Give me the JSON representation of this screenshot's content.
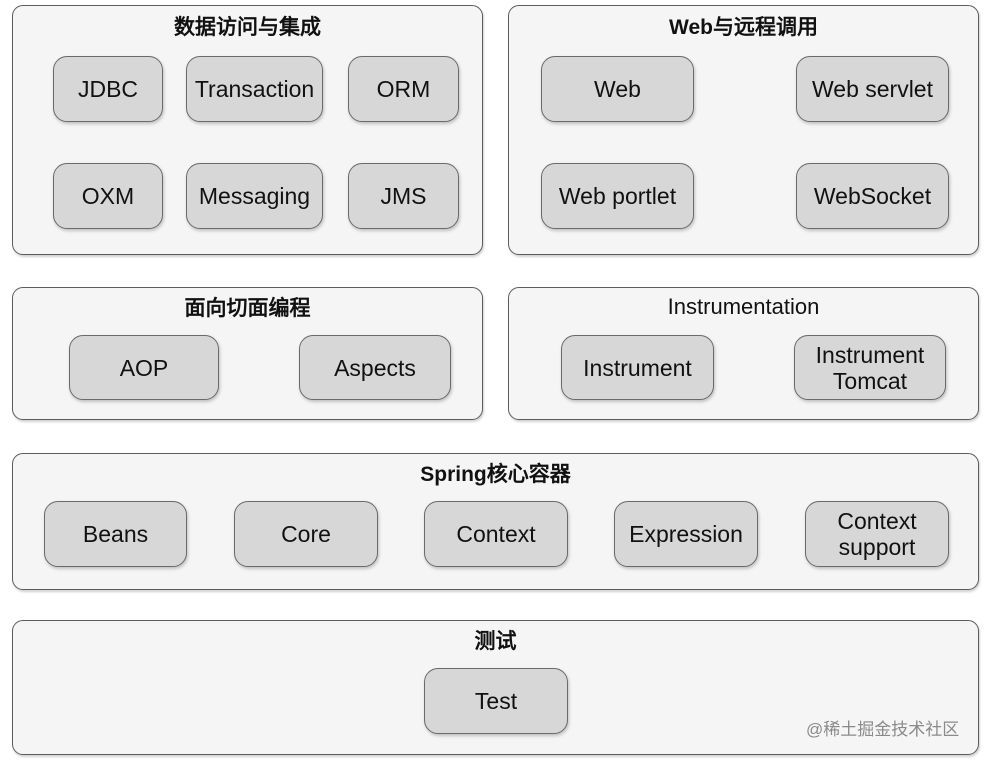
{
  "panels": [
    {
      "title": "数据访问与集成",
      "modules": [
        "JDBC",
        "Transaction",
        "ORM",
        "OXM",
        "Messaging",
        "JMS"
      ]
    },
    {
      "title": "Web与远程调用",
      "modules": [
        "Web",
        "Web servlet",
        "Web portlet",
        "WebSocket"
      ]
    },
    {
      "title": "面向切面编程",
      "modules": [
        "AOP",
        "Aspects"
      ]
    },
    {
      "title": "Instrumentation",
      "modules": [
        "Instrument",
        "Instrument Tomcat"
      ]
    },
    {
      "title": "Spring核心容器",
      "modules": [
        "Beans",
        "Core",
        "Context",
        "Expression",
        "Context support"
      ]
    },
    {
      "title": "测试",
      "modules": [
        "Test"
      ]
    }
  ],
  "watermark": "@稀土掘金技术社区",
  "colors": {
    "panel_fill": "#f5f5f5",
    "module_fill": "#d7d7d7",
    "border": "#5c5c5c",
    "module_border": "#6a6a6a",
    "text": "#111111",
    "watermark": "#8a8a8a"
  }
}
